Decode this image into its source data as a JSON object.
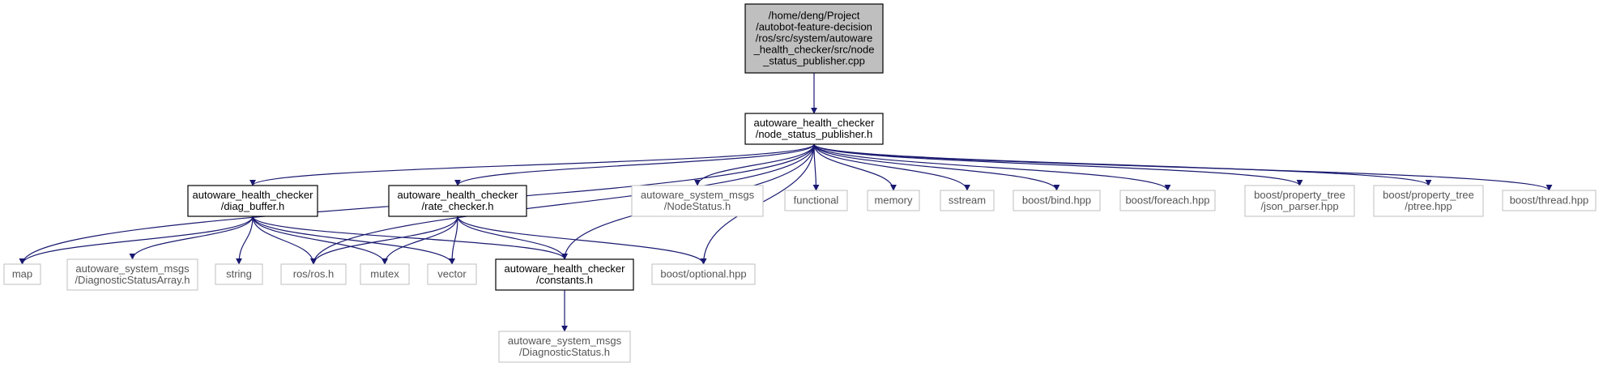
{
  "colors": {
    "edge": "#191970",
    "root_fill": "#bfbfbf",
    "box_stroke_strong": "#000000",
    "box_stroke_light": "#bfbfbf",
    "text": "#000000",
    "text_light": "#555555"
  },
  "nodes": [
    {
      "id": "root",
      "lines": [
        "/home/deng/Project",
        "/autobot-feature-decision",
        "/ros/src/system/autoware",
        "_health_checker/src/node",
        "_status_publisher.cpp"
      ],
      "style": "root"
    },
    {
      "id": "nsp",
      "lines": [
        "autoware_health_checker",
        "/node_status_publisher.h"
      ],
      "style": "strong"
    },
    {
      "id": "diag",
      "lines": [
        "autoware_health_checker",
        "/diag_buffer.h"
      ],
      "style": "strong"
    },
    {
      "id": "rate",
      "lines": [
        "autoware_health_checker",
        "/rate_checker.h"
      ],
      "style": "strong"
    },
    {
      "id": "nodestatus",
      "lines": [
        "autoware_system_msgs",
        "/NodeStatus.h"
      ],
      "style": "light"
    },
    {
      "id": "functional",
      "lines": [
        "functional"
      ],
      "style": "light"
    },
    {
      "id": "memory",
      "lines": [
        "memory"
      ],
      "style": "light"
    },
    {
      "id": "sstream",
      "lines": [
        "sstream"
      ],
      "style": "light"
    },
    {
      "id": "bind",
      "lines": [
        "boost/bind.hpp"
      ],
      "style": "light"
    },
    {
      "id": "foreach",
      "lines": [
        "boost/foreach.hpp"
      ],
      "style": "light"
    },
    {
      "id": "json",
      "lines": [
        "boost/property_tree",
        "/json_parser.hpp"
      ],
      "style": "light"
    },
    {
      "id": "ptree",
      "lines": [
        "boost/property_tree",
        "/ptree.hpp"
      ],
      "style": "light"
    },
    {
      "id": "thread",
      "lines": [
        "boost/thread.hpp"
      ],
      "style": "light"
    },
    {
      "id": "map",
      "lines": [
        "map"
      ],
      "style": "light"
    },
    {
      "id": "dsa",
      "lines": [
        "autoware_system_msgs",
        "/DiagnosticStatusArray.h"
      ],
      "style": "light"
    },
    {
      "id": "string",
      "lines": [
        "string"
      ],
      "style": "light"
    },
    {
      "id": "ros",
      "lines": [
        "ros/ros.h"
      ],
      "style": "light"
    },
    {
      "id": "mutex",
      "lines": [
        "mutex"
      ],
      "style": "light"
    },
    {
      "id": "vector",
      "lines": [
        "vector"
      ],
      "style": "light"
    },
    {
      "id": "constants",
      "lines": [
        "autoware_health_checker",
        "/constants.h"
      ],
      "style": "strong"
    },
    {
      "id": "optional",
      "lines": [
        "boost/optional.hpp"
      ],
      "style": "light"
    },
    {
      "id": "ds",
      "lines": [
        "autoware_system_msgs",
        "/DiagnosticStatus.h"
      ],
      "style": "light"
    }
  ],
  "edges": [
    {
      "from": "root",
      "to": "nsp"
    },
    {
      "from": "nsp",
      "to": "diag"
    },
    {
      "from": "nsp",
      "to": "rate"
    },
    {
      "from": "nsp",
      "to": "nodestatus"
    },
    {
      "from": "nsp",
      "to": "functional"
    },
    {
      "from": "nsp",
      "to": "memory"
    },
    {
      "from": "nsp",
      "to": "sstream"
    },
    {
      "from": "nsp",
      "to": "bind"
    },
    {
      "from": "nsp",
      "to": "foreach"
    },
    {
      "from": "nsp",
      "to": "json"
    },
    {
      "from": "nsp",
      "to": "ptree"
    },
    {
      "from": "nsp",
      "to": "thread"
    },
    {
      "from": "nsp",
      "to": "map"
    },
    {
      "from": "nsp",
      "to": "ros"
    },
    {
      "from": "nsp",
      "to": "constants"
    },
    {
      "from": "nsp",
      "to": "optional"
    },
    {
      "from": "diag",
      "to": "map"
    },
    {
      "from": "diag",
      "to": "dsa"
    },
    {
      "from": "diag",
      "to": "string"
    },
    {
      "from": "diag",
      "to": "ros"
    },
    {
      "from": "diag",
      "to": "mutex"
    },
    {
      "from": "diag",
      "to": "vector"
    },
    {
      "from": "diag",
      "to": "constants"
    },
    {
      "from": "rate",
      "to": "ros"
    },
    {
      "from": "rate",
      "to": "mutex"
    },
    {
      "from": "rate",
      "to": "vector"
    },
    {
      "from": "rate",
      "to": "constants"
    },
    {
      "from": "rate",
      "to": "optional"
    },
    {
      "from": "constants",
      "to": "ds"
    }
  ]
}
